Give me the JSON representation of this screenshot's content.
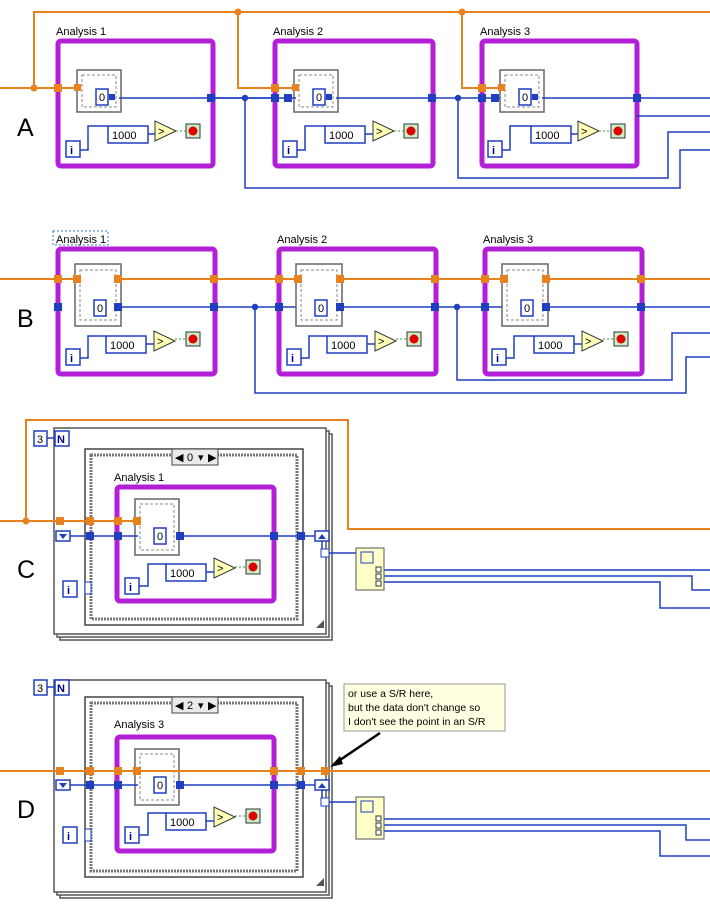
{
  "sections": [
    {
      "letter": "A",
      "frames": [
        {
          "label": "Analysis 1",
          "iter": "0",
          "const": "1000"
        },
        {
          "label": "Analysis 2",
          "iter": "0",
          "const": "1000"
        },
        {
          "label": "Analysis 3",
          "iter": "0",
          "const": "1000"
        }
      ]
    },
    {
      "letter": "B",
      "frames": [
        {
          "label": "Analysis 1",
          "iter": "0",
          "const": "1000"
        },
        {
          "label": "Analysis 2",
          "iter": "0",
          "const": "1000"
        },
        {
          "label": "Analysis 3",
          "iter": "0",
          "const": "1000"
        }
      ]
    },
    {
      "letter": "C",
      "count": "3",
      "count_terminal": "N",
      "selector": "0",
      "frame": {
        "label": "Analysis 1",
        "iter": "0",
        "const": "1000"
      }
    },
    {
      "letter": "D",
      "count": "3",
      "count_terminal": "N",
      "selector": "2",
      "frame": {
        "label": "Analysis 3",
        "iter": "0",
        "const": "1000"
      }
    }
  ],
  "terminals": {
    "iteration": "i"
  },
  "note": {
    "lines": [
      "or use a S/R here,",
      "but the data don't change so",
      "I don't see the point in an S/R"
    ]
  },
  "colors": {
    "error_wire": "#e8821e",
    "data_wire": "#1f3fbf",
    "frame": "#b21fd6",
    "constant": "#1f3fbf",
    "note_bg": "#ffffe1",
    "stop": "#e00000"
  }
}
